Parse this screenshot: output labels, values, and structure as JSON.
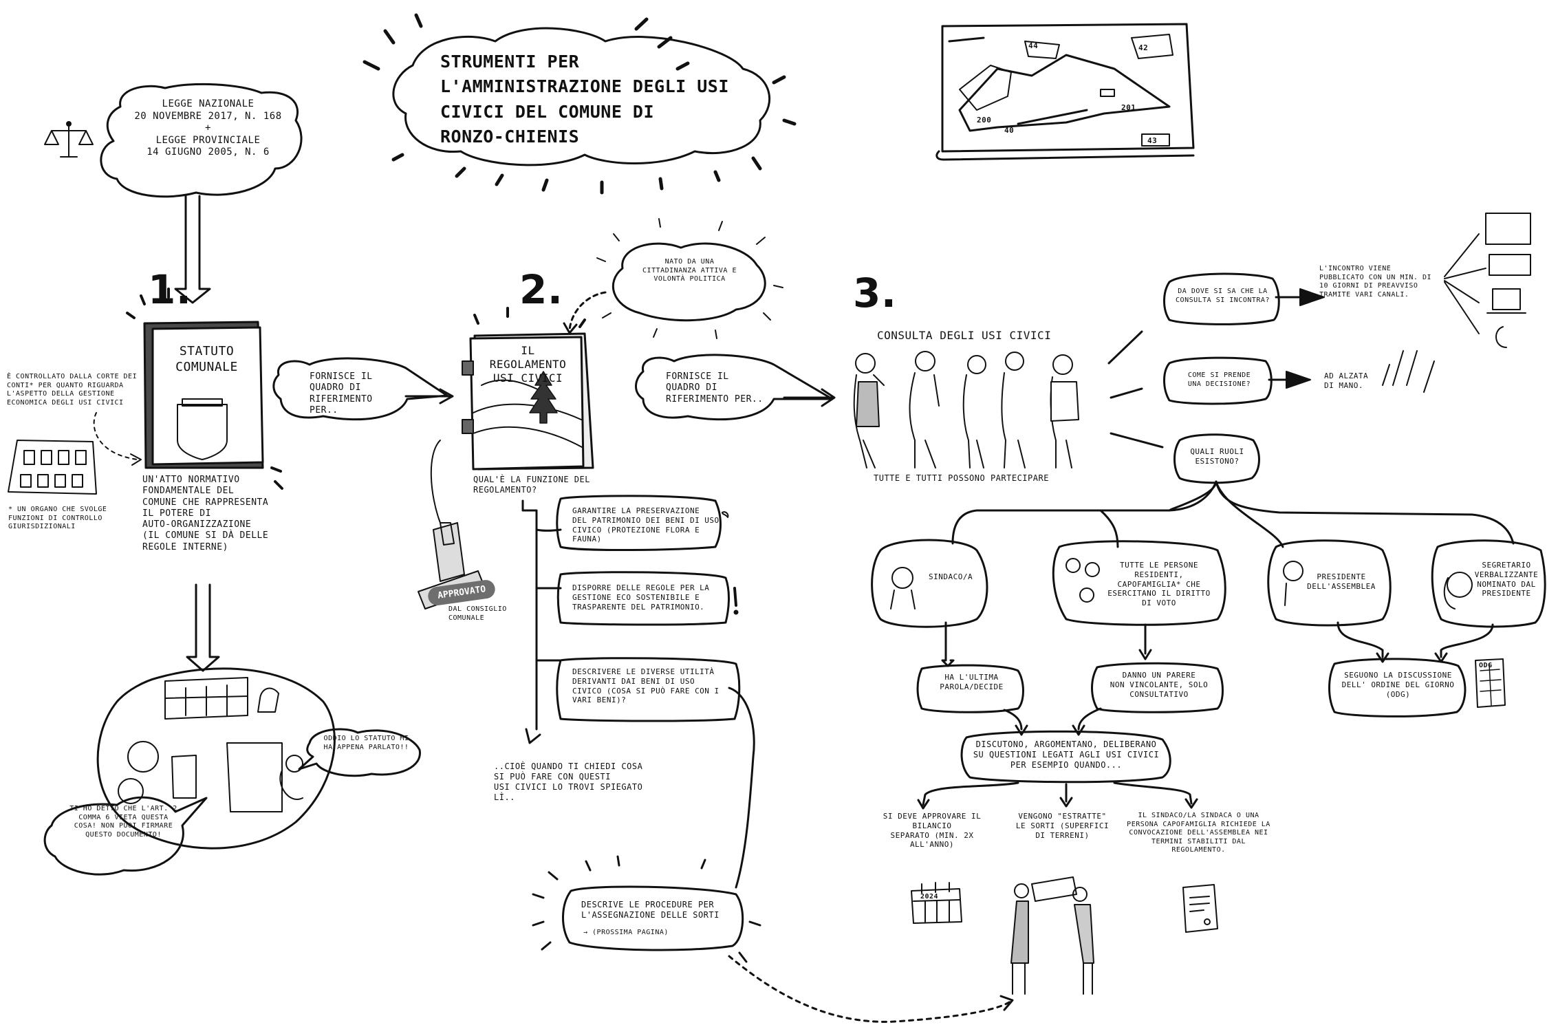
{
  "title": "STRUMENTI PER\nL'AMMINISTRAZIONE DEGLI USI\nCIVICI DEL COMUNE DI\nRONZO-CHIENIS",
  "law": {
    "text": "LEGGE NAZIONALE\n20 NOVEMBRE 2017, N. 168\n+\nLEGGE PROVINCIALE\n14 GIUGNO 2005, N. 6"
  },
  "map_labels": [
    "44",
    "42",
    "201",
    "200",
    "40",
    "43"
  ],
  "step1": {
    "number": "1.",
    "book_title": "STATUTO\nCOMUNALE",
    "side_note": "È CONTROLLATO DALLA CORTE DEI\nCONTI* PER QUANTO RIGUARDA\nL'ASPETTO DELLA GESTIONE\nECONOMICA DEGLI USI CIVICI",
    "footnote": "* UN ORGANO CHE SVOLGE\nFUNZIONI DI CONTROLLO\nGIURISDIZIONALI",
    "description": "UN'ATTO NORMATIVO\nFONDAMENTALE DEL\nCOMUNE CHE RAPPRESENTA\nIL POTERE DI\nAUTO-ORGANIZZAZIONE\n(IL COMUNE SI DÀ DELLE\nREGOLE INTERNE)",
    "provides": "FORNISCE IL\nQUADRO DI\nRIFERIMENTO PER..",
    "bubble_right": "ODDIO   LO STATUTO MI\nHA APPENA PARLATO!!",
    "bubble_left": "TI HO DETTO CHE L'ART. 2\nCOMMA 6 VIETA QUESTA\nCOSA! NON PUOI FIRMARE\nQUESTO DOCUMENTO!"
  },
  "step2": {
    "number": "2.",
    "origin_note": "NATO DA UNA\nCITTADINANZA ATTIVA E\nVOLONTÀ POLITICA",
    "book_title": "IL\nREGOLAMENTO\nUSI CIVICI",
    "approved": "APPROVATO",
    "approved_by": "DAL CONSIGLIO\nCOMUNALE",
    "question": "QUAL'È LA FUNZIONE DEL\nREGOLAMENTO?",
    "provides": "FORNISCE IL\nQUADRO DI\nRIFERIMENTO PER..",
    "functions": [
      "GARANTIRE LA PRESERVAZIONE\nDEL PATRIMONIO DEI BENI DI USO\nCIVICO (PROTEZIONE FLORA E\nFAUNA)",
      "DISPORRE DELLE REGOLE PER LA\nGESTIONE ECO SOSTENIBILE E\nTRASPARENTE DEL PATRIMONIO.",
      "DESCRIVERE LE DIVERSE UTILITÀ\nDERIVANTI DAI BENI DI USO\nCIVICO (COSA SI PUÒ FARE CON I\nVARI BENI)?"
    ],
    "summary": "..CIOÈ QUANDO TI CHIEDI COSA\nSI PUÒ FARE CON QUESTI\nUSI CIVICI LO TROVI SPIEGATO\nLÌ..",
    "procedures": "DESCRIVE LE PROCEDURE PER\nL'ASSEGNAZIONE DELLE SORTI",
    "next_page": "→  (PROSSIMA PAGINA)"
  },
  "step3": {
    "number": "3.",
    "title": "CONSULTA DEGLI USI CIVICI",
    "everyone": "TUTTE E TUTTI POSSONO PARTECIPARE",
    "q_where": "DA DOVE SI SA CHE LA\nCONSULTA SI INCONTRA?",
    "a_where": "L'INCONTRO VIENE\nPUBBLICATO CON UN MIN. DI\n10 GIORNI DI PREAVVISO\nTRAMITE VARI CANALI.",
    "q_decide": "COME SI PRENDE\nUNA DECISIONE?",
    "a_decide": "AD ALZATA\nDI MANO.",
    "q_roles": "QUALI RUOLI\nESISTONO?",
    "roles": [
      "SINDACO/A",
      "TUTTE LE PERSONE\nRESIDENTI,\nCAPOFAMIGLIA* CHE\nESERCITANO IL DIRITTO\nDI VOTO",
      "PRESIDENTE\nDELL'ASSEMBLEA",
      "SEGRETARIO\nVERBALIZZANTE\nNOMINATO DAL\nPRESIDENTE"
    ],
    "role_actions": [
      "HA L'ULTIMA\nPAROLA/DECIDE",
      "DANNO UN PARERE\nNON VINCOLANTE, SOLO\nCONSULTATIVO",
      "SEGUONO LA DISCUSSIONE\nDELL' ORDINE DEL GIORNO\n(ODG)"
    ],
    "odg_label": "ODG",
    "discuss": "DISCUTONO, ARGOMENTANO, DELIBERANO\nSU QUESTIONI LEGATI AGLI USI CIVICI\nPER ESEMPIO QUANDO...",
    "examples": [
      "SI DEVE APPROVARE IL\nBILANCIO\nSEPARATO (MIN. 2X\nALL'ANNO)",
      "VENGONO \"ESTRATTE\"\nLE SORTI (SUPERFICI\nDI TERRENI)",
      "IL SINDACO/LA SINDACA O UNA\nPERSONA CAPOFAMIGLIA RICHIEDE LA\nCONVOCAZIONE DELL'ASSEMBLEA NEI\nTERMINI STABILITI DAL\nREGOLAMENTO."
    ],
    "calendar_year": "2024"
  }
}
